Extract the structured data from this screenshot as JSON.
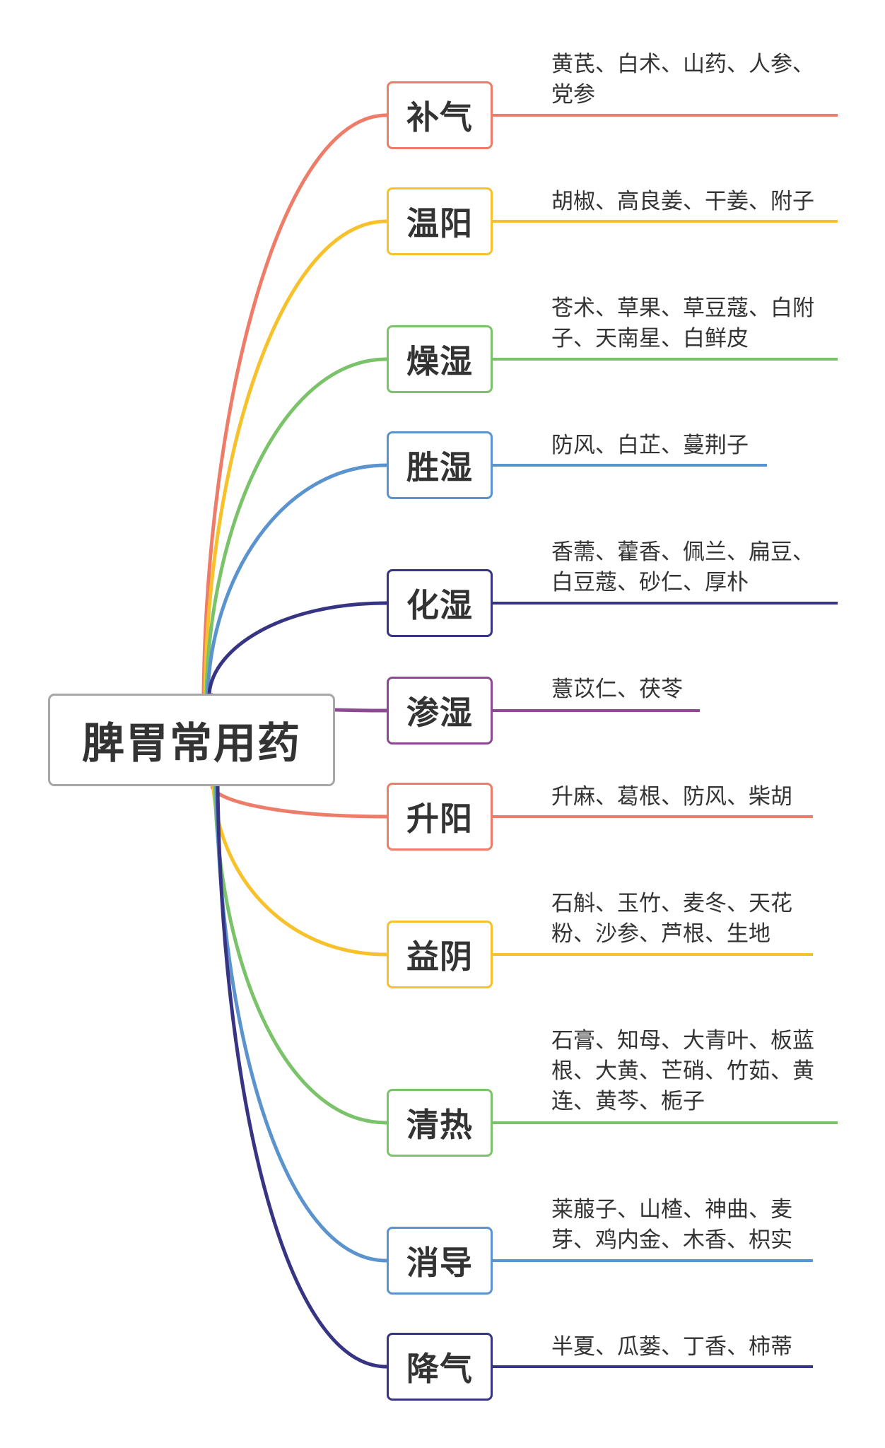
{
  "root": {
    "label": "脾胃常用药"
  },
  "branches": [
    {
      "label": "补气",
      "herbs": "黄芪、白术、山药、人参、党参",
      "color": "#ed7c68"
    },
    {
      "label": "温阳",
      "herbs": "胡椒、高良姜、干姜、附子",
      "color": "#f6c12a"
    },
    {
      "label": "燥湿",
      "herbs": "苍术、草果、草豆蔻、白附子、天南星、白鲜皮",
      "color": "#7bc36a"
    },
    {
      "label": "胜湿",
      "herbs": "防风、白芷、蔓荆子",
      "color": "#5b93cf"
    },
    {
      "label": "化湿",
      "herbs": "香薷、藿香、佩兰、扁豆、白豆蔻、砂仁、厚朴",
      "color": "#373583"
    },
    {
      "label": "渗湿",
      "herbs": "薏苡仁、茯苓",
      "color": "#8c4a92"
    },
    {
      "label": "升阳",
      "herbs": "升麻、葛根、防风、柴胡",
      "color": "#ed7c68"
    },
    {
      "label": "益阴",
      "herbs": "石斛、玉竹、麦冬、天花粉、沙参、芦根、生地",
      "color": "#f6c12a"
    },
    {
      "label": "清热",
      "herbs": "石膏、知母、大青叶、板蓝根、大黄、芒硝、竹茹、黄连、黄芩、栀子",
      "color": "#7bc36a"
    },
    {
      "label": "消导",
      "herbs": "莱菔子、山楂、神曲、麦芽、鸡内金、木香、枳实",
      "color": "#5b93cf"
    },
    {
      "label": "降气",
      "herbs": "半夏、瓜蒌、丁香、柿蒂",
      "color": "#373583"
    }
  ]
}
